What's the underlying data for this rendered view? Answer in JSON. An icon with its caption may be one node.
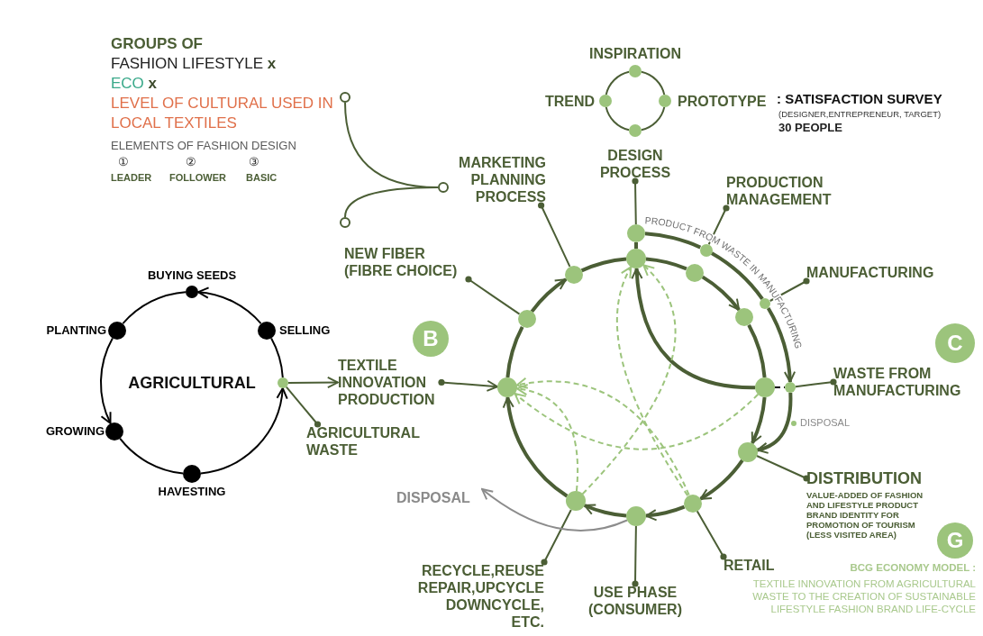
{
  "diagram": {
    "nodes": [
      {
        "text": [],
        "shape": "circle"
      },
      {
        "text": [],
        "shape": "circle"
      },
      {
        "text": [],
        "shape": "circle"
      },
      {
        "text": [],
        "shape": "circle",
        "beside": [
          "INSPIRATION"
        ]
      },
      {
        "text": [],
        "shape": "circle",
        "beside": [
          "TREND"
        ]
      },
      {
        "text": [],
        "shape": "circle",
        "beside": [
          "PROTOTYPE"
        ]
      },
      {
        "text": [],
        "shape": "circle"
      },
      {
        "text": [
          "MARKETING PLANNING PROCESS"
        ]
      },
      {
        "text": [
          "DESIGN PROCESS"
        ]
      },
      {
        "text": [
          "PRODUCTION MANAGEMENT"
        ]
      },
      {
        "text": [
          "NEW FIBER (FIBRE CHOICE)"
        ]
      },
      {
        "text": [
          "MANUFACTURING"
        ]
      },
      {
        "text": [],
        "shape": "circle",
        "beside": [
          "BUYING SEEDS"
        ]
      },
      {
        "text": [],
        "shape": "circle",
        "beside": [
          "PLANTING"
        ]
      },
      {
        "text": [],
        "shape": "circle",
        "beside": [
          "SELLING"
        ]
      },
      {
        "text": [
          "B"
        ]
      },
      {
        "text": [
          "C"
        ]
      },
      {
        "text": [],
        "shape": "circle"
      },
      {
        "text": [
          "TEXTILE INNOVATION PRODUCTION"
        ]
      },
      {
        "text": [
          "WASTE FROM MANUFACTURING"
        ]
      },
      {
        "text": [
          "AGRICULTURAL WASTE"
        ]
      },
      {
        "text": [],
        "shape": "circle",
        "beside": [
          "GROWING"
        ]
      },
      {
        "text": [
          "DISTRIBUTION"
        ],
        "beside": [
          "VALUE-ADDED OF FASHION AND LIFESTYLE PRODUCT BRAND IDENTITY FOR PROMOTION OF TOURISM (LESS VISITED AREA)"
        ]
      },
      {
        "text": [],
        "shape": "circle",
        "beside": [
          "HAVESTING"
        ]
      },
      {
        "text": [
          "DISPOSAL"
        ]
      },
      {
        "text": [
          "G"
        ]
      },
      {
        "text": [
          "RETAIL"
        ]
      },
      {
        "text": [
          "RECYCLE,REUSE REPAIR,UPCYCLE DOWNCYCLE, ETC."
        ]
      },
      {
        "text": [
          "USE PHASE (CONSUMER)"
        ]
      },
      {
        "text": [],
        "shape": "circle"
      },
      {
        "text": [],
        "shape": "circle"
      },
      {
        "text": [],
        "shape": "circle"
      },
      {
        "text": [],
        "shape": "circle"
      },
      {
        "text": [],
        "shape": "circle"
      },
      {
        "text": [],
        "shape": "circle"
      },
      {
        "text": [],
        "shape": "circle"
      },
      {
        "text": [],
        "shape": "circle"
      },
      {
        "text": [],
        "shape": "circle"
      },
      {
        "text": [],
        "shape": "circle"
      },
      {
        "text": [],
        "shape": "circle"
      },
      {
        "text": [],
        "shape": "circle"
      },
      {
        "text": [],
        "shape": "circle"
      },
      {
        "text": [],
        "shape": "circle"
      },
      {
        "text": [],
        "shape": "circle"
      }
    ],
    "edges": [
      {
        "from": 0,
        "to": 2,
        "arrow": "none"
      },
      {
        "from": 1,
        "to": 2,
        "arrow": "none"
      },
      {
        "from": 3,
        "to": 5,
        "arrow": "none"
      },
      {
        "from": 5,
        "to": 6,
        "arrow": "none"
      },
      {
        "from": 6,
        "to": 4,
        "arrow": "none"
      },
      {
        "from": 4,
        "to": 3,
        "arrow": "none"
      },
      {
        "from": 7,
        "to": 32,
        "arrow": "other"
      },
      {
        "from": 8,
        "to": 29,
        "arrow": "other"
      },
      {
        "from": 9,
        "to": 31,
        "arrow": "other"
      },
      {
        "from": 10,
        "to": 36,
        "arrow": "other"
      },
      {
        "from": 11,
        "to": 34,
        "arrow": "other"
      },
      {
        "from": 14,
        "to": 12,
        "arrow": "to",
        "color": "#000000"
      },
      {
        "from": 12,
        "to": 13,
        "arrow": "none",
        "color": "#000000"
      },
      {
        "from": 13,
        "to": 21,
        "arrow": "to",
        "color": "#000000"
      },
      {
        "from": 21,
        "to": 23,
        "arrow": "none",
        "color": "#000000"
      },
      {
        "from": 23,
        "to": 17,
        "arrow": "to",
        "color": "#000000"
      },
      {
        "from": 17,
        "to": 14,
        "arrow": "none",
        "color": "#000000"
      },
      {
        "from": 17,
        "to": 18,
        "arrow": "to"
      },
      {
        "from": 18,
        "to": 37,
        "arrow": "to"
      },
      {
        "from": 19,
        "to": 39,
        "arrow": "other"
      },
      {
        "from": 20,
        "to": 17,
        "arrow": "other"
      },
      {
        "from": 22,
        "to": 40,
        "arrow": "other"
      },
      {
        "from": 26,
        "to": 42,
        "arrow": "other"
      },
      {
        "from": 27,
        "to": 41,
        "arrow": "other"
      },
      {
        "from": 28,
        "to": 43,
        "arrow": "other"
      },
      {
        "from": 32,
        "to": 30,
        "arrow": "none",
        "style": "thick"
      },
      {
        "from": 30,
        "to": 33,
        "arrow": "none",
        "style": "thick"
      },
      {
        "from": 33,
        "to": 35,
        "arrow": "to",
        "style": "thick"
      },
      {
        "from": 35,
        "to": 38,
        "arrow": "none",
        "style": "thick"
      },
      {
        "from": 38,
        "to": 40,
        "arrow": "to",
        "style": "thick"
      },
      {
        "from": 40,
        "to": 42,
        "arrow": "to",
        "style": "thick"
      },
      {
        "from": 42,
        "to": 43,
        "arrow": "to",
        "style": "thick"
      },
      {
        "from": 43,
        "to": 41,
        "arrow": "to",
        "style": "thick"
      },
      {
        "from": 41,
        "to": 37,
        "arrow": "to",
        "style": "thick"
      },
      {
        "from": 37,
        "to": 36,
        "arrow": "none",
        "style": "thick"
      },
      {
        "from": 36,
        "to": 32,
        "arrow": "to",
        "style": "thick"
      },
      {
        "from": 29,
        "to": 30,
        "arrow": "none",
        "style": "thick"
      },
      {
        "from": 29,
        "to": 31,
        "arrow": "none",
        "style": "thick"
      },
      {
        "from": 31,
        "to": 34,
        "arrow": "none",
        "style": "thick"
      },
      {
        "from": 34,
        "to": 39,
        "arrow": "to",
        "style": "thick"
      },
      {
        "from": 39,
        "to": 40,
        "arrow": "to",
        "style": "thick"
      },
      {
        "from": 38,
        "to": 39,
        "arrow": "none",
        "style": "dashed",
        "color": "#000000"
      },
      {
        "from": 38,
        "to": 30,
        "arrow": "to",
        "style": "thick"
      },
      {
        "from": 38,
        "to": 37,
        "arrow": "to",
        "style": "dashed",
        "color": "#9cc47c"
      },
      {
        "from": 42,
        "to": 37,
        "arrow": "to",
        "style": "dashed",
        "color": "#9cc47c"
      },
      {
        "from": 41,
        "to": 37,
        "arrow": "to",
        "style": "dashed",
        "color": "#9cc47c"
      },
      {
        "from": 41,
        "to": 30,
        "arrow": "to",
        "style": "dashed",
        "color": "#9cc47c"
      },
      {
        "from": 42,
        "to": 30,
        "arrow": "to",
        "style": "dashed",
        "color": "#9cc47c"
      },
      {
        "from": 43,
        "to": 24,
        "arrow": "to",
        "color": "#8c8c8c"
      }
    ],
    "labels": [
      "GROUPS OF",
      "FASHION LIFESTYLE **x**",
      "ECO **x**",
      "LEVEL OF CULTURAL USED IN LOCAL TEXTILES",
      "ELEMENTS OF FASHION DESIGN",
      "①",
      "②",
      "③",
      "LEADER",
      "FOLLOWER",
      "BASIC",
      ": SATISFACTION SURVEY",
      "(DESIGNER,ENTREPRENEUR, TARGET)",
      "30 PEOPLE",
      "PRODUCT FROM WASTE IN MANUFACTURING",
      "AGRICULTURAL",
      "DISPOSAL",
      "BCG ECONOMY MODEL :",
      "TEXTILE INNOVATION FROM AGRICULTURAL WASTE TO THE CREATION OF SUSTAINABLE LIFESTYLE FASHION BRAND LIFE-CYCLE"
    ]
  }
}
